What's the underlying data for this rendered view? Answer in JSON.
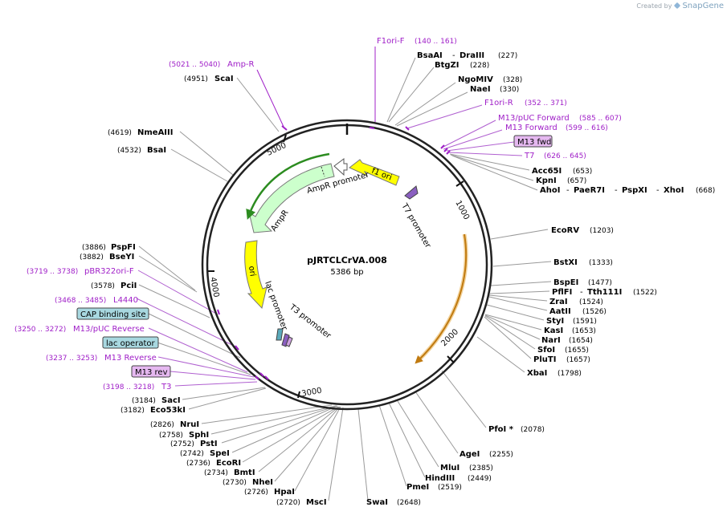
{
  "watermark": {
    "prefix": "Created by",
    "brand": "SnapGene"
  },
  "plasmid": {
    "name": "pJRTCLCrVA.008",
    "size": "5386 bp",
    "length": 5386
  },
  "ticks": [
    "1000",
    "2000",
    "3000",
    "4000",
    "5000"
  ],
  "sites_right": [
    {
      "name": "BsaAI",
      "name2": "DraIII",
      "pos": "(227)"
    },
    {
      "name": "BtgZI",
      "pos": "(228)"
    },
    {
      "name": "NgoMIV",
      "pos": "(328)"
    },
    {
      "name": "NaeI",
      "pos": "(330)"
    },
    {
      "name": "F1ori-R",
      "pos": "(352 .. 371)",
      "primer": true
    },
    {
      "name": "M13/pUC Forward",
      "pos": "(585 .. 607)",
      "primer": true
    },
    {
      "name": "M13 Forward",
      "pos": "(599 .. 616)",
      "primer": true
    },
    {
      "name": "M13 fwd",
      "boxed": "primer"
    },
    {
      "name": "T7",
      "pos": "(626 .. 645)",
      "primer": true
    },
    {
      "name": "Acc65I",
      "pos": "(653)"
    },
    {
      "name": "KpnI",
      "pos": "(657)"
    },
    {
      "name": "AhoI",
      "name2": "PaeR7I",
      "name3": "PspXI",
      "name4": "XhoI",
      "pos": "(668)"
    },
    {
      "name": "EcoRV",
      "pos": "(1203)"
    },
    {
      "name": "BstXI",
      "pos": "(1333)"
    },
    {
      "name": "BspEI",
      "pos": "(1477)"
    },
    {
      "name": "PflFI",
      "name2": "Tth111I",
      "pos": "(1522)"
    },
    {
      "name": "ZraI",
      "pos": "(1524)"
    },
    {
      "name": "AatII",
      "pos": "(1526)"
    },
    {
      "name": "StyI",
      "pos": "(1591)"
    },
    {
      "name": "KasI",
      "pos": "(1653)"
    },
    {
      "name": "NarI",
      "pos": "(1654)"
    },
    {
      "name": "SfoI",
      "pos": "(1655)"
    },
    {
      "name": "PluTI",
      "pos": "(1657)"
    },
    {
      "name": "XbaI",
      "pos": "(1798)"
    },
    {
      "name": "PfoI *",
      "pos": "(2078)"
    },
    {
      "name": "AgeI",
      "pos": "(2255)"
    },
    {
      "name": "MluI",
      "pos": "(2385)"
    },
    {
      "name": "HindIII",
      "pos": "(2449)"
    },
    {
      "name": "PmeI",
      "pos": "(2519)"
    },
    {
      "name": "SwaI",
      "pos": "(2648)"
    }
  ],
  "sites_left": [
    {
      "name": "F1ori-F",
      "pos": "(140 .. 161)",
      "primer": true
    },
    {
      "name": "Amp-R",
      "pos": "(5021 .. 5040)",
      "primer": true
    },
    {
      "name": "ScaI",
      "pos": "(4951)"
    },
    {
      "name": "NmeAIII",
      "pos": "(4619)"
    },
    {
      "name": "BsaI",
      "pos": "(4532)"
    },
    {
      "name": "PspFI",
      "pos": "(3886)"
    },
    {
      "name": "BseYI",
      "pos": "(3882)"
    },
    {
      "name": "pBR322ori-F",
      "pos": "(3719 .. 3738)",
      "primer": true
    },
    {
      "name": "PciI",
      "pos": "(3578)"
    },
    {
      "name": "L4440",
      "pos": "(3468 .. 3485)",
      "primer": true
    },
    {
      "name": "CAP binding site",
      "boxed": "feature"
    },
    {
      "name": "M13/pUC Reverse",
      "pos": "(3250 .. 3272)",
      "primer": true
    },
    {
      "name": "lac operator",
      "boxed": "feature"
    },
    {
      "name": "M13 Reverse",
      "pos": "(3237 .. 3253)",
      "primer": true
    },
    {
      "name": "M13 rev",
      "boxed": "primer"
    },
    {
      "name": "T3",
      "pos": "(3198 .. 3218)",
      "primer": true
    },
    {
      "name": "SacI",
      "pos": "(3184)"
    },
    {
      "name": "Eco53kI",
      "pos": "(3182)"
    },
    {
      "name": "NruI",
      "pos": "(2826)"
    },
    {
      "name": "SphI",
      "pos": "(2758)"
    },
    {
      "name": "PstI",
      "pos": "(2752)"
    },
    {
      "name": "SpeI",
      "pos": "(2742)"
    },
    {
      "name": "EcoRI",
      "pos": "(2736)"
    },
    {
      "name": "BmtI",
      "pos": "(2734)"
    },
    {
      "name": "NheI",
      "pos": "(2730)"
    },
    {
      "name": "HpaI",
      "pos": "(2726)"
    },
    {
      "name": "MscI",
      "pos": "(2720)"
    }
  ],
  "features": {
    "f1ori": "f1 ori",
    "ampr": "AmpR",
    "ampr_promoter": "AmpR promoter",
    "ori": "ori",
    "t7_promoter": "T7 promoter",
    "lac_promoter": "lac promoter",
    "t3_promoter": "T3 promoter"
  },
  "colors": {
    "enzyme_text": "#000000",
    "primer_text": "#a020c8",
    "primer_box_fill": "#e5b8f0",
    "feature_box_fill": "#a8d8e0",
    "f1ori_fill": "#ffff00",
    "ampr_fill": "#ccffcc",
    "ampr_outline": "#2c8c20",
    "ori_fill": "#ffff00",
    "orange_arc": "#e8a018",
    "backbone": "#222222"
  }
}
